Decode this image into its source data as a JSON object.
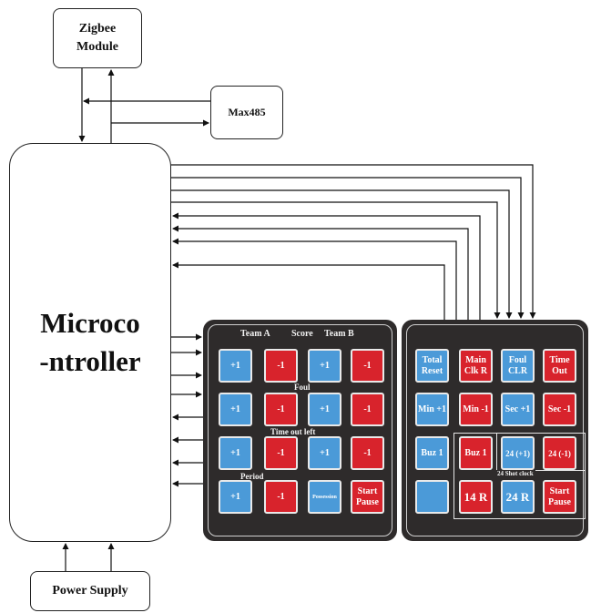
{
  "blocks": {
    "zigbee": [
      "Zigbee",
      "Module"
    ],
    "max485": "Max485",
    "microcontroller": [
      "Microco",
      "-ntroller"
    ],
    "power_supply": "Power Supply"
  },
  "scoreboard_a": {
    "headers": {
      "team_a": "Team A",
      "score": "Score",
      "team_b": "Team B"
    },
    "section_labels": {
      "foul": "Foul",
      "timeout": "Time out left",
      "period": "Period"
    },
    "rows": [
      [
        "+1",
        "-1",
        "+1",
        "-1"
      ],
      [
        "+1",
        "-1",
        "+1",
        "-1"
      ],
      [
        "+1",
        "-1",
        "+1",
        "-1"
      ],
      [
        "+1",
        "-1",
        "Possession",
        "Start Pause"
      ]
    ]
  },
  "scoreboard_b": {
    "shot_clock_label": "24 Shot clock",
    "rows": [
      [
        "Total Reset",
        "Main Clk R",
        "Foul CLR",
        "Time Out"
      ],
      [
        "Min +1",
        "Min -1",
        "Sec +1",
        "Sec -1"
      ],
      [
        "Buz 1",
        "Buz 1",
        "24 (+1)",
        "24 (-1)"
      ],
      [
        "",
        "14 R",
        "24 R",
        "Start Pause"
      ]
    ]
  },
  "colors": {
    "blue_key": "#4b9ad8",
    "red_key": "#d8232c",
    "panel": "#2e2b2b",
    "line": "#111111"
  }
}
